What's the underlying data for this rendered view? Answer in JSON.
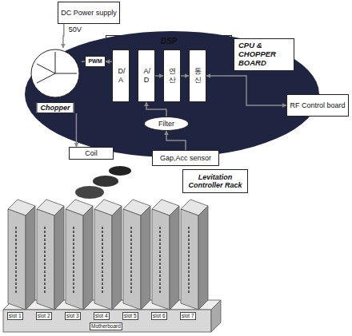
{
  "diagram": {
    "nodes": [
      {
        "text": [
          "DC Power supply"
        ]
      },
      {
        "text": [
          "CPU & CHOPPER BOARD"
        ]
      },
      {
        "text": [
          "DSP"
        ],
        "in": 1
      },
      {
        "text": [
          "D/A"
        ],
        "in": 2
      },
      {
        "text": [
          "A/D"
        ],
        "in": 2
      },
      {
        "text": [
          "연산"
        ],
        "in": 2
      },
      {
        "text": [
          "통신"
        ],
        "in": 2
      },
      {
        "text": [
          "Chopper"
        ],
        "in": 1
      },
      {
        "text": [
          "PWM"
        ],
        "in": 1
      },
      {
        "text": [
          "Filter"
        ],
        "in": 1
      },
      {
        "text": [
          "RF Control board"
        ]
      },
      {
        "text": [
          "Coil"
        ]
      },
      {
        "text": [
          "Gap,Acc sensor"
        ]
      },
      {
        "text": [
          "Levitation Controller Rack"
        ]
      }
    ],
    "edges": [
      {
        "from": 0,
        "to": 7,
        "label": "50V",
        "arrow": "to"
      },
      {
        "from": 3,
        "to": 8,
        "arrow": "to"
      },
      {
        "from": 8,
        "to": 7,
        "arrow": "none"
      },
      {
        "from": 4,
        "to": 5,
        "arrow": "to"
      },
      {
        "from": 5,
        "to": 6,
        "arrow": "to"
      },
      {
        "from": 6,
        "to": 10,
        "arrow": "both"
      },
      {
        "from": 7,
        "to": 11,
        "arrow": "to"
      },
      {
        "from": 12,
        "to": 9,
        "arrow": "to"
      },
      {
        "from": 9,
        "to": 4,
        "arrow": "to"
      }
    ],
    "labels": [
      "slot 1",
      "slot 2",
      "slot 3",
      "slot 4",
      "slot 5",
      "slot 6",
      "slot 7",
      "Motherboard"
    ]
  }
}
